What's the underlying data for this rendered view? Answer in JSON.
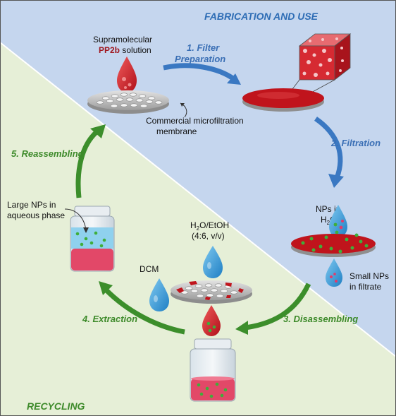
{
  "titles": {
    "fabrication": "FABRICATION AND USE",
    "recycling": "RECYCLING"
  },
  "steps": {
    "filter_prep_1": "1. Filter",
    "filter_prep_2": "Preparation",
    "filtration": "2. Filtration",
    "disassembling": "3. Disassembling",
    "extraction": "4. Extraction",
    "reassembling": "5. Reassembling"
  },
  "labels": {
    "supramolecular": "Supramolecular",
    "pp2b": "PP2b",
    "solution": " solution",
    "membrane_1": "Commercial microfiltration",
    "membrane_2": "membrane",
    "nps_in_1": "NPs in",
    "nps_in_2": "H",
    "nps_in_sub": "2",
    "nps_in_3": "O",
    "small_nps_1": "Small NPs",
    "small_nps_2": "in filtrate",
    "solvent_h2o": "H",
    "solvent_sub1": "2",
    "solvent_rest": "O/EtOH",
    "solvent_ratio": "(4:6, v/v)",
    "dcm": "DCM",
    "large_nps_1": "Large NPs in",
    "large_nps_2": "aqueous phase"
  },
  "colors": {
    "blue_bg": "#c5d6ee",
    "green_bg": "#e6efd7",
    "blue_arrow": "#3a78c2",
    "green_arrow": "#3c8e2b",
    "membrane_red": "#c0141c",
    "np_green": "#3fae3a"
  }
}
